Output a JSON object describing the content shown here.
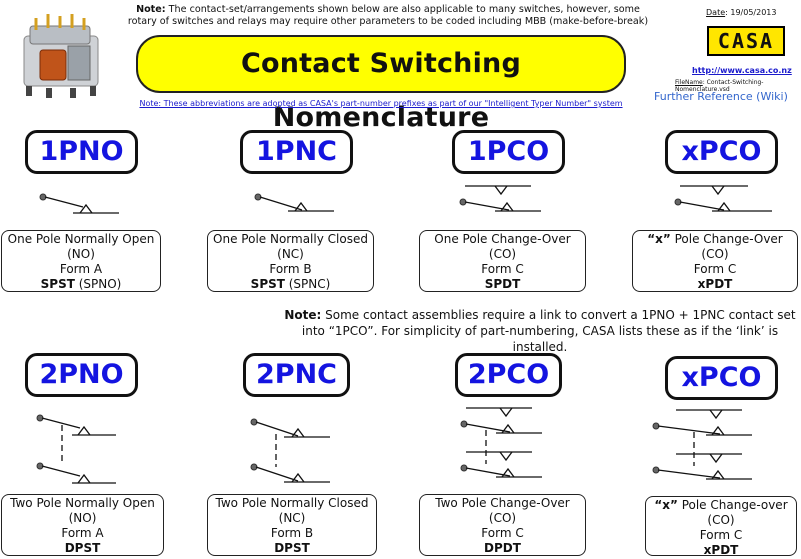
{
  "header": {
    "note_label": "Note:",
    "note_text": " The contact-set/arrangements shown below are also applicable to many switches, however, some rotary of switches and relays may require other parameters to be coded including MBB (make-before-break)",
    "title": "Contact Switching Nomenclature",
    "note_link": "Note: These abbreviations are adopted as CASA's part-number prefixes as part of our \"Intelligent Typer Number\" system",
    "date_label": "Date",
    "date_value": ": 19/05/2013",
    "logo_text": "CASA",
    "website": "http://www.casa.co.nz",
    "filename_label": "FileName",
    "filename_value": ": Contact-Switching-Nomenclature.vsd",
    "further_reference": "Further Reference (Wiki)"
  },
  "row1": [
    {
      "code": "1PNO",
      "line1": "One Pole Normally Open",
      "line2": "(NO)",
      "line3": "Form A",
      "bold": "SPST",
      "extra": " (SPNO)"
    },
    {
      "code": "1PNC",
      "line1": "One Pole Normally Closed",
      "line2": "(NC)",
      "line3": "Form B",
      "bold": "SPST",
      "extra": " (SPNC)"
    },
    {
      "code": "1PCO",
      "line1": "One Pole Change-Over",
      "line2": "(CO)",
      "line3": "Form C",
      "bold": "SPDT",
      "extra": ""
    },
    {
      "code": "xPCO",
      "line1_bold": "“x”",
      "line1": " Pole Change-Over",
      "line2": "(CO)",
      "line3": "Form C",
      "bold": "xPDT",
      "extra": ""
    }
  ],
  "middle_note": {
    "label": "Note:",
    "text": " Some contact assemblies require a link to convert  a 1PNO + 1PNC contact set into “1PCO”. For simplicity of part-numbering, CASA lists these as if the ‘link’ is installed."
  },
  "row2": [
    {
      "code": "2PNO",
      "line1": "Two Pole Normally Open",
      "line2": "(NO)",
      "line3": "Form A",
      "bold": "DPST"
    },
    {
      "code": "2PNC",
      "line1": "Two Pole Normally Closed",
      "line2": "(NC)",
      "line3": "Form B",
      "bold": "DPST"
    },
    {
      "code": "2PCO",
      "line1": "Two Pole Change-Over",
      "line2": "(CO)",
      "line3": "Form C",
      "bold": "DPDT"
    },
    {
      "code": "xPCO",
      "line1_bold": "“x”",
      "line1": " Pole Change-over",
      "line2": "(CO)",
      "line3": "Form C",
      "bold": "xPDT"
    }
  ],
  "colors": {
    "title_bg": "#ffff00",
    "code_text": "#1414e0",
    "link": "#1a1acc",
    "logo_bg": "#ffe600"
  }
}
